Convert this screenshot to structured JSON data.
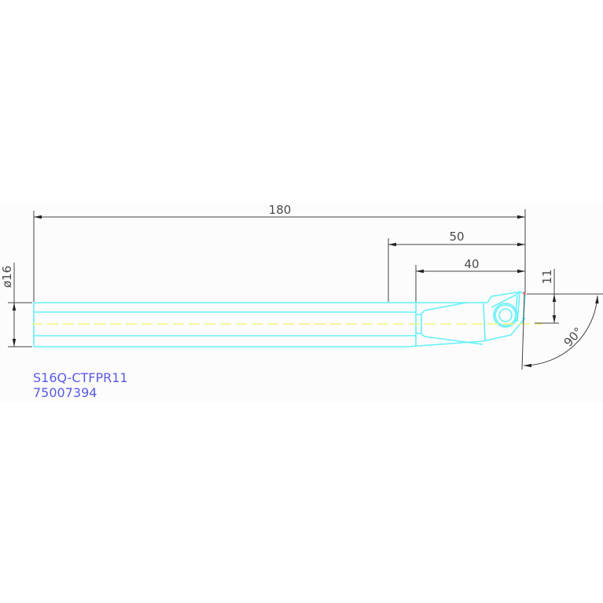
{
  "drawing": {
    "title": "Boring bar technical drawing",
    "part_number": "S16Q-CTFPR11",
    "article_number": "75007394",
    "colors": {
      "outline": "#66f0f8",
      "centerline": "#f5f57a",
      "dimension": "#444444",
      "label": "#5a5ae6",
      "insert_tip": "#f08080",
      "background_band": "#fbfcfb"
    }
  },
  "dimensions": {
    "overall_length": "180",
    "head_length": "50",
    "insert_length": "40",
    "shank_diameter": "ø16",
    "tip_offset": "11",
    "angle": "90°"
  }
}
